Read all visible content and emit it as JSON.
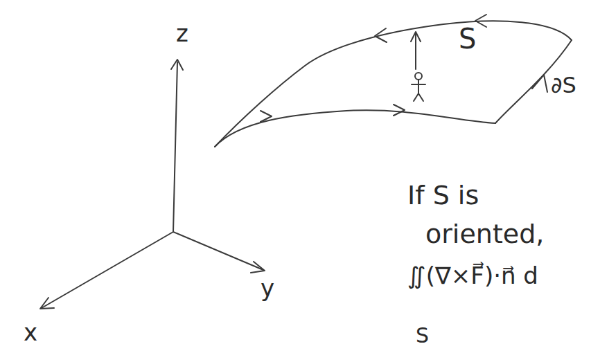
{
  "diagram": {
    "labels": [
      "z",
      "y",
      "x",
      "S",
      "∂S",
      "If S is",
      "oriented,",
      "∬(∇×F⃗)·n⃗ d",
      "S"
    ]
  }
}
